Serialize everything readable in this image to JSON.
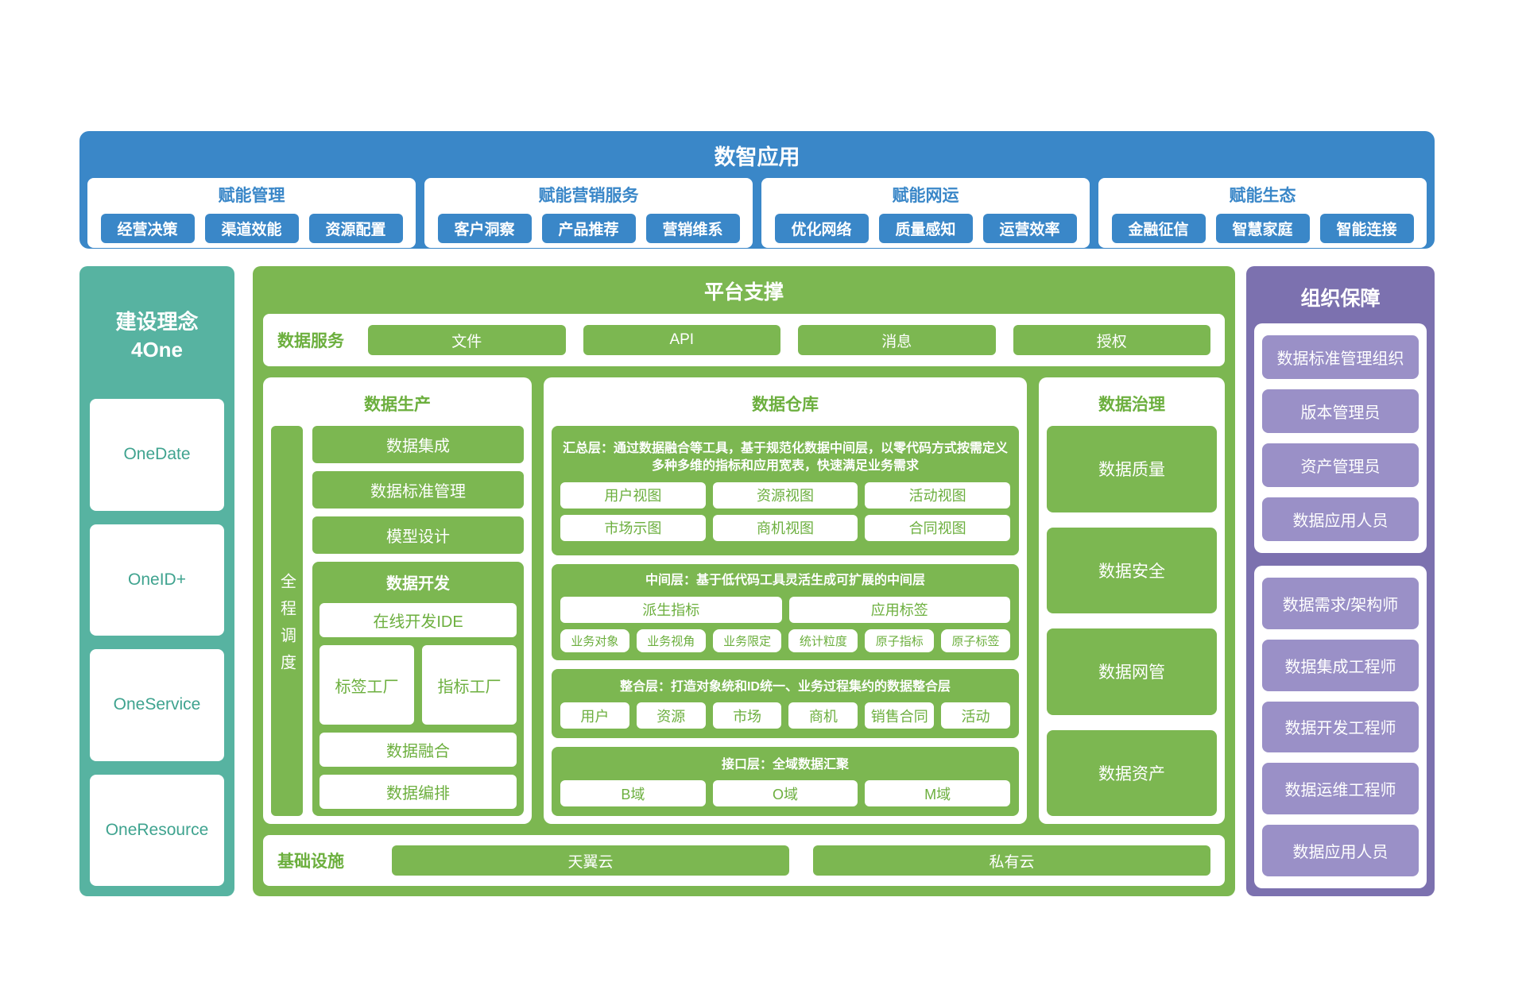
{
  "colors": {
    "blue": "#3A87C8",
    "teal": "#57B3A1",
    "tealText": "#3FA38F",
    "green": "#7CB751",
    "greenText": "#6CAF3E",
    "purple": "#7C71AF",
    "lavender": "#9A90C7"
  },
  "apps": {
    "title": "数智应用",
    "groups": [
      {
        "label": "赋能管理",
        "items": [
          "经营决策",
          "渠道效能",
          "资源配置"
        ]
      },
      {
        "label": "赋能营销服务",
        "items": [
          "客户洞察",
          "产品推荐",
          "营销维系"
        ]
      },
      {
        "label": "赋能网运",
        "items": [
          "优化网络",
          "质量感知",
          "运营效率"
        ]
      },
      {
        "label": "赋能生态",
        "items": [
          "金融征信",
          "智慧家庭",
          "智能连接"
        ]
      }
    ]
  },
  "concept": {
    "title_line1": "建设理念",
    "title_line2": "4One",
    "items": [
      "OneDate",
      "OneID+",
      "OneService",
      "OneResource"
    ]
  },
  "platform": {
    "title": "平台支撑",
    "data_service": {
      "label": "数据服务",
      "items": [
        "文件",
        "API",
        "消息",
        "授权"
      ]
    },
    "production": {
      "title": "数据生产",
      "side_label": "全程调度",
      "items": [
        "数据集成",
        "数据标准管理",
        "模型设计"
      ],
      "dev": {
        "title": "数据开发",
        "ide": "在线开发IDE",
        "factories": [
          "标签工厂",
          "指标工厂"
        ],
        "items": [
          "数据融合",
          "数据编排"
        ]
      }
    },
    "warehouse": {
      "title": "数据仓库",
      "layers": [
        {
          "desc": "汇总层：通过数据融合等工具，基于规范化数据中间层，以零代码方式按需定义多种多维的指标和应用宽表，快速满足业务需求",
          "rows": [
            [
              "用户视图",
              "资源视图",
              "活动视图"
            ],
            [
              "市场示图",
              "商机视图",
              "合同视图"
            ]
          ]
        },
        {
          "desc": "中间层：基于低代码工具灵活生成可扩展的中间层",
          "wide": [
            "派生指标",
            "应用标签"
          ],
          "small": [
            "业务对象",
            "业务视角",
            "业务限定",
            "统计粒度",
            "原子指标",
            "原子标签"
          ]
        },
        {
          "desc": "整合层：打造对象统和ID统一、业务过程集约的数据整合层",
          "items": [
            "用户",
            "资源",
            "市场",
            "商机",
            "销售合同",
            "活动"
          ]
        },
        {
          "desc": "接口层：全域数据汇聚",
          "items": [
            "B域",
            "O域",
            "M域"
          ]
        }
      ]
    },
    "governance": {
      "title": "数据治理",
      "items": [
        "数据质量",
        "数据安全",
        "数据网管",
        "数据资产"
      ]
    },
    "infrastructure": {
      "label": "基础设施",
      "items": [
        "天翼云",
        "私有云"
      ]
    }
  },
  "organization": {
    "title": "组织保障",
    "group1": [
      "数据标准管理组织",
      "版本管理员",
      "资产管理员",
      "数据应用人员"
    ],
    "group2": [
      "数据需求/架构师",
      "数据集成工程师",
      "数据开发工程师",
      "数据运维工程师",
      "数据应用人员"
    ]
  }
}
